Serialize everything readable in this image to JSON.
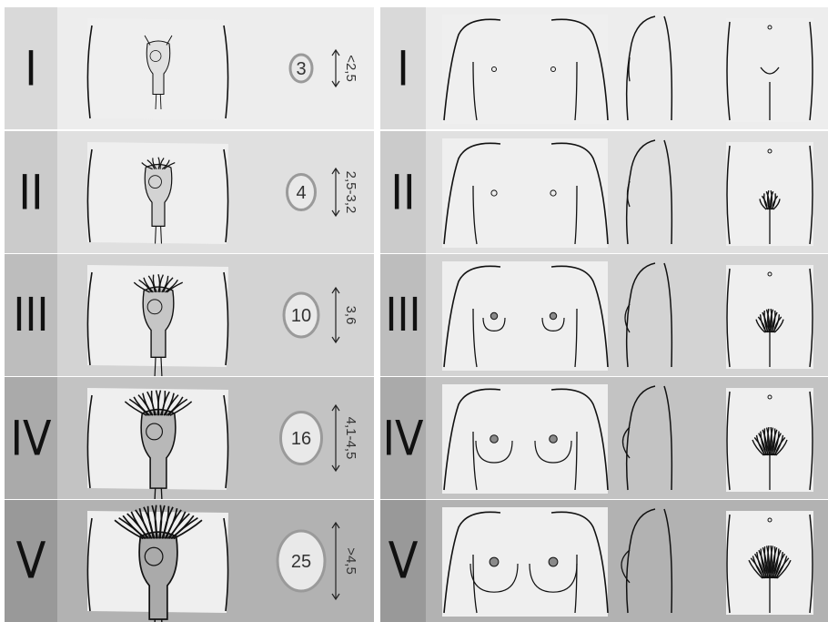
{
  "colors": {
    "stage_bg": [
      "#ededed",
      "#e0e0e0",
      "#d3d3d3",
      "#c3c3c3",
      "#b2b2b2"
    ],
    "roman_bg": [
      "#d9d9d9",
      "#cbcbcb",
      "#bdbdbd",
      "#aaaaaa",
      "#999999"
    ],
    "card_bg": "#efefef",
    "outline": "#111111",
    "ring": "#9a9a9a"
  },
  "stages": [
    {
      "roman": "I",
      "volume": "3",
      "length": "<2,5"
    },
    {
      "roman": "II",
      "volume": "4",
      "length": "2,5-3,2"
    },
    {
      "roman": "III",
      "volume": "10",
      "length": "3,6"
    },
    {
      "roman": "IV",
      "volume": "16",
      "length": "4,1-4,5"
    },
    {
      "roman": "V",
      "volume": "25",
      "length": ">4,5"
    }
  ],
  "icons": {
    "male_genital": "male-genital-illustration",
    "female_breast_front": "breast-front-illustration",
    "female_breast_side": "breast-side-illustration",
    "female_pubic": "female-pubic-illustration"
  }
}
